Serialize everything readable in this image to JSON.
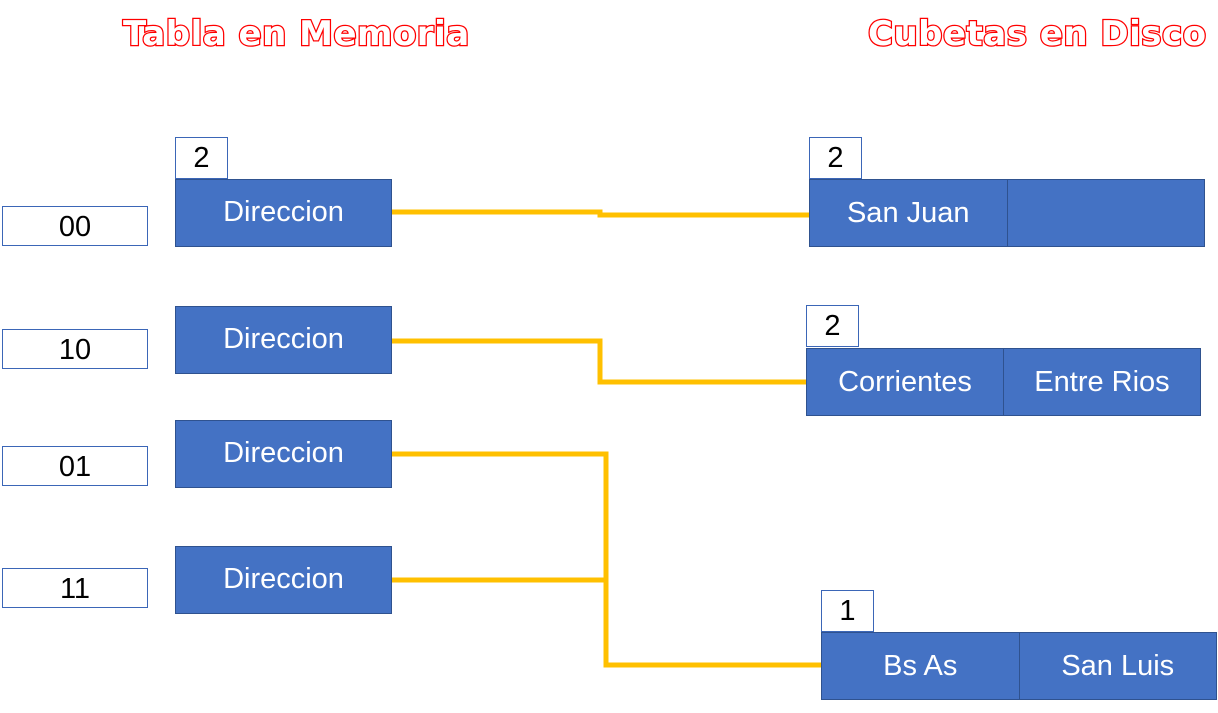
{
  "headings": {
    "memory_table": "Tabla en Memoria",
    "disk_buckets": "Cubetas en Disco"
  },
  "memory_table": {
    "global_depth": "2",
    "entries": [
      {
        "key": "00",
        "pointer": "Direccion"
      },
      {
        "key": "10",
        "pointer": "Direccion"
      },
      {
        "key": "01",
        "pointer": "Direccion"
      },
      {
        "key": "11",
        "pointer": "Direccion"
      }
    ]
  },
  "buckets": [
    {
      "local_depth": "2",
      "slots": [
        "San Juan",
        ""
      ]
    },
    {
      "local_depth": "2",
      "slots": [
        "Corrientes",
        "Entre Rios"
      ]
    },
    {
      "local_depth": "1",
      "slots": [
        "Bs As",
        "San Luis"
      ]
    }
  ],
  "colors": {
    "box_fill": "#4472c4",
    "box_outline": "#2f528f",
    "link_line": "#ffc000",
    "heading_outline": "#ff0000"
  }
}
